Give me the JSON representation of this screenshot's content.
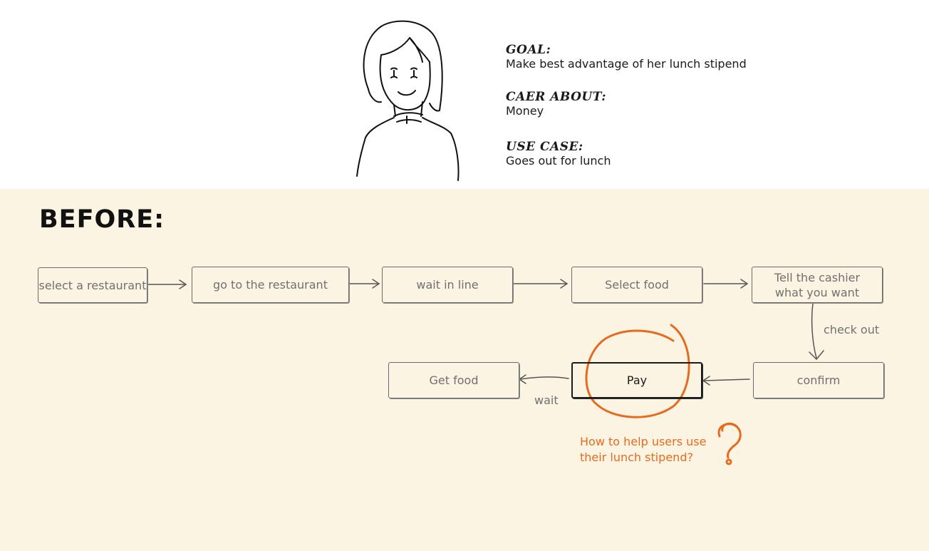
{
  "persona": {
    "goal_heading": "GOAL:",
    "goal_text": "Make best advantage of her lunch stipend",
    "care_heading": "CAER ABOUT:",
    "care_text": "Money",
    "usecase_heading": "USE CASE:",
    "usecase_text": "Goes out for lunch"
  },
  "section_title": "BEFORE:",
  "steps": {
    "select_restaurant": "select a restaurant",
    "go_restaurant": "go to the restaurant",
    "wait_line": "wait in line",
    "select_food": "Select food",
    "tell_cashier_1": "Tell the cashier",
    "tell_cashier_2": "what you want",
    "confirm": "confirm",
    "pay": "Pay",
    "get_food": "Get food"
  },
  "edge_labels": {
    "check_out": "check out",
    "wait": "wait"
  },
  "question": {
    "line1": "How to help users use",
    "line2": "their lunch stipend?"
  },
  "colors": {
    "accent": "#e56b1f",
    "background_section": "#fcf4e3",
    "box_border": "#6a6a6a",
    "box_text": "#707070"
  }
}
